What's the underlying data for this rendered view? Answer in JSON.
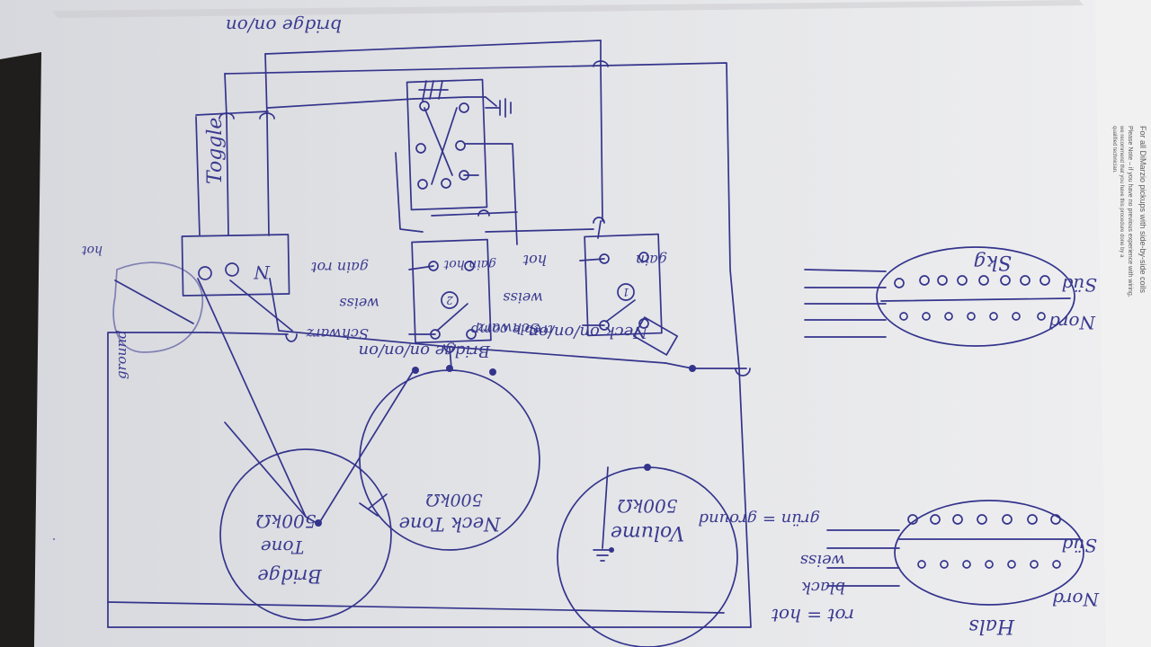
{
  "header_label": "bridge on/on",
  "blocks": {
    "toggle": {
      "label": "Toggle",
      "term_n": "N"
    },
    "switch_1": {
      "number": "1",
      "labels": {
        "gain": "gain",
        "hot": "hot",
        "schwarz": "Schwarz",
        "weiss": "weiss"
      },
      "mode": "Neck on/on/on"
    },
    "switch_2": {
      "number": "2",
      "labels": {
        "gain_hot": "gain hot",
        "gain_rot": "gain rot",
        "schwarz": "Schwarz",
        "weiss": "weiss"
      },
      "mode": "Bridge on/on/on"
    },
    "treble_comp": "treble comp",
    "ground_label": "ground",
    "hot_label": "hot"
  },
  "pots": [
    {
      "title": "Volume",
      "value": "500kΩ"
    },
    {
      "title": "Neck Tone",
      "value": "500kΩ"
    },
    {
      "title": "Bridge Tone",
      "value": "500kΩ"
    }
  ],
  "pickups": {
    "skg": {
      "label": "Skg",
      "nord": "Nord",
      "sud": "Süd"
    },
    "hals": {
      "label": "Hals",
      "nord": "Nord",
      "sud": "Süd"
    }
  },
  "legend": {
    "rot_hot": "rot = hot",
    "black": "black",
    "weiss": "weiss",
    "green_ground": "grün = ground"
  },
  "printed_sheet": {
    "line1": "For all DiMarzio pickups with side-by-side coils",
    "line2": "Please Note – if you have no previous experience with wiring,",
    "line3": "we recommend that you have this procedure done by a",
    "line4": "qualified technician."
  }
}
